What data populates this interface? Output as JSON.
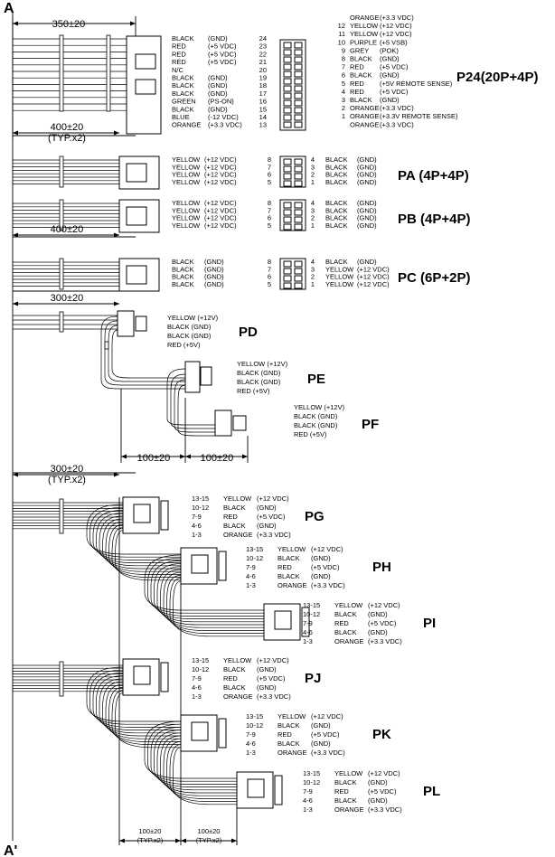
{
  "corners": {
    "top": "A",
    "bottom": "A'"
  },
  "dimensions": {
    "p24_length": "350±20",
    "pa_length": "400±20",
    "pa_note": "(TYP.x2)",
    "pc_length": "400±20",
    "pd_length": "300±20",
    "pd_pe_gap": "100±20",
    "pe_pf_gap": "100±20",
    "pg_length": "300±20",
    "pg_note": "(TYP.x2)",
    "bottom_gap_1": "100±20",
    "bottom_gap_1_note": "(TYP.x2)",
    "bottom_gap_2": "100±20",
    "bottom_gap_2_note": "(TYP.x2)"
  },
  "connectors": {
    "p24": {
      "title": "P24(20P+4P)",
      "left_pins": [
        {
          "signal": "BLACK",
          "detail": "(GND)",
          "pin": "24"
        },
        {
          "signal": "RED",
          "detail": "(+5 VDC)",
          "pin": "23"
        },
        {
          "signal": "RED",
          "detail": "(+5 VDC)",
          "pin": "22"
        },
        {
          "signal": "RED",
          "detail": "(+5 VDC)",
          "pin": "21"
        },
        {
          "signal": "N/C",
          "detail": "",
          "pin": "20"
        },
        {
          "signal": "BLACK",
          "detail": "(GND)",
          "pin": "19"
        },
        {
          "signal": "BLACK",
          "detail": "(GND)",
          "pin": "18"
        },
        {
          "signal": "BLACK",
          "detail": "(GND)",
          "pin": "17"
        },
        {
          "signal": "GREEN",
          "detail": "(PS-ON)",
          "pin": "16"
        },
        {
          "signal": "BLACK",
          "detail": "(GND)",
          "pin": "15"
        },
        {
          "signal": "BLUE",
          "detail": "(-12 VDC)",
          "pin": "14"
        },
        {
          "signal": "ORANGE",
          "detail": "(+3.3 VDC)",
          "pin": "13"
        }
      ],
      "right_pins": [
        {
          "pin": "",
          "signal": "ORANGE",
          "detail": "(+3.3 VDC)"
        },
        {
          "pin": "12",
          "signal": "YELLOW",
          "detail": "(+12 VDC)"
        },
        {
          "pin": "11",
          "signal": "YELLOW",
          "detail": "(+12 VDC)"
        },
        {
          "pin": "10",
          "signal": "PURPLE",
          "detail": "(+5 VSB)"
        },
        {
          "pin": "9",
          "signal": "GREY",
          "detail": "(POK)"
        },
        {
          "pin": "8",
          "signal": "BLACK",
          "detail": "(GND)"
        },
        {
          "pin": "7",
          "signal": "RED",
          "detail": "(+5 VDC)"
        },
        {
          "pin": "6",
          "signal": "BLACK",
          "detail": "(GND)"
        },
        {
          "pin": "5",
          "signal": "RED",
          "detail": "(+5V REMOTE SENSE)"
        },
        {
          "pin": "4",
          "signal": "RED",
          "detail": "(+5 VDC)"
        },
        {
          "pin": "3",
          "signal": "BLACK",
          "detail": "(GND)"
        },
        {
          "pin": "2",
          "signal": "ORANGE",
          "detail": "(+3.3 VDC)"
        },
        {
          "pin": "1",
          "signal": "ORANGE",
          "detail": "(+3.3V REMOTE SENSE)"
        },
        {
          "pin": "",
          "signal": "ORANGE",
          "detail": "(+3.3 VDC)"
        }
      ]
    },
    "pa": {
      "title": "PA (4P+4P)",
      "left_pins": [
        {
          "signal": "YELLOW",
          "detail": "(+12 VDC)",
          "pin": "8"
        },
        {
          "signal": "YELLOW",
          "detail": "(+12 VDC)",
          "pin": "7"
        },
        {
          "signal": "YELLOW",
          "detail": "(+12 VDC)",
          "pin": "6"
        },
        {
          "signal": "YELLOW",
          "detail": "(+12 VDC)",
          "pin": "5"
        }
      ],
      "right_pins": [
        {
          "pin": "4",
          "signal": "BLACK",
          "detail": "(GND)"
        },
        {
          "pin": "3",
          "signal": "BLACK",
          "detail": "(GND)"
        },
        {
          "pin": "2",
          "signal": "BLACK",
          "detail": "(GND)"
        },
        {
          "pin": "1",
          "signal": "BLACK",
          "detail": "(GND)"
        }
      ]
    },
    "pb": {
      "title": "PB (4P+4P)",
      "left_pins": [
        {
          "signal": "YELLOW",
          "detail": "(+12 VDC)",
          "pin": "8"
        },
        {
          "signal": "YELLOW",
          "detail": "(+12 VDC)",
          "pin": "7"
        },
        {
          "signal": "YELLOW",
          "detail": "(+12 VDC)",
          "pin": "6"
        },
        {
          "signal": "YELLOW",
          "detail": "(+12 VDC)",
          "pin": "5"
        }
      ],
      "right_pins": [
        {
          "pin": "4",
          "signal": "BLACK",
          "detail": "(GND)"
        },
        {
          "pin": "3",
          "signal": "BLACK",
          "detail": "(GND)"
        },
        {
          "pin": "2",
          "signal": "BLACK",
          "detail": "(GND)"
        },
        {
          "pin": "1",
          "signal": "BLACK",
          "detail": "(GND)"
        }
      ]
    },
    "pc": {
      "title": "PC (6P+2P)",
      "left_pins": [
        {
          "signal": "BLACK",
          "detail": "(GND)",
          "pin": "8"
        },
        {
          "signal": "BLACK",
          "detail": "(GND)",
          "pin": "7"
        },
        {
          "signal": "BLACK",
          "detail": "(GND)",
          "pin": "6"
        },
        {
          "signal": "BLACK",
          "detail": "(GND)",
          "pin": "5"
        }
      ],
      "right_pins": [
        {
          "pin": "4",
          "signal": "BLACK",
          "detail": "(GND)"
        },
        {
          "pin": "3",
          "signal": "YELLOW",
          "detail": "(+12 VDC)"
        },
        {
          "pin": "2",
          "signal": "YELLOW",
          "detail": "(+12 VDC)"
        },
        {
          "pin": "1",
          "signal": "YELLOW",
          "detail": "(+12 VDC)"
        }
      ]
    },
    "pd": {
      "title": "PD",
      "pins": [
        "YELLOW (+12V)",
        "BLACK (GND)",
        "BLACK (GND)",
        "RED (+5V)"
      ]
    },
    "pe": {
      "title": "PE",
      "pins": [
        "YELLOW (+12V)",
        "BLACK (GND)",
        "BLACK (GND)",
        "RED (+5V)"
      ]
    },
    "pf": {
      "title": "PF",
      "pins": [
        "YELLOW (+12V)",
        "BLACK (GND)",
        "BLACK (GND)",
        "RED (+5V)"
      ]
    },
    "sata": [
      {
        "id": "pg",
        "title": "PG"
      },
      {
        "id": "ph",
        "title": "PH"
      },
      {
        "id": "pi",
        "title": "PI"
      },
      {
        "id": "pj",
        "title": "PJ"
      },
      {
        "id": "pk",
        "title": "PK"
      },
      {
        "id": "pl",
        "title": "PL"
      }
    ],
    "sata_pins": [
      {
        "pins": "13-15",
        "signal": "YELLOW",
        "detail": "(+12 VDC)"
      },
      {
        "pins": "10-12",
        "signal": "BLACK",
        "detail": "(GND)"
      },
      {
        "pins": "7-9",
        "signal": "RED",
        "detail": "(+5 VDC)"
      },
      {
        "pins": "4-6",
        "signal": "BLACK",
        "detail": "(GND)"
      },
      {
        "pins": "1-3",
        "signal": "ORANGE",
        "detail": "(+3.3 VDC)"
      }
    ]
  }
}
